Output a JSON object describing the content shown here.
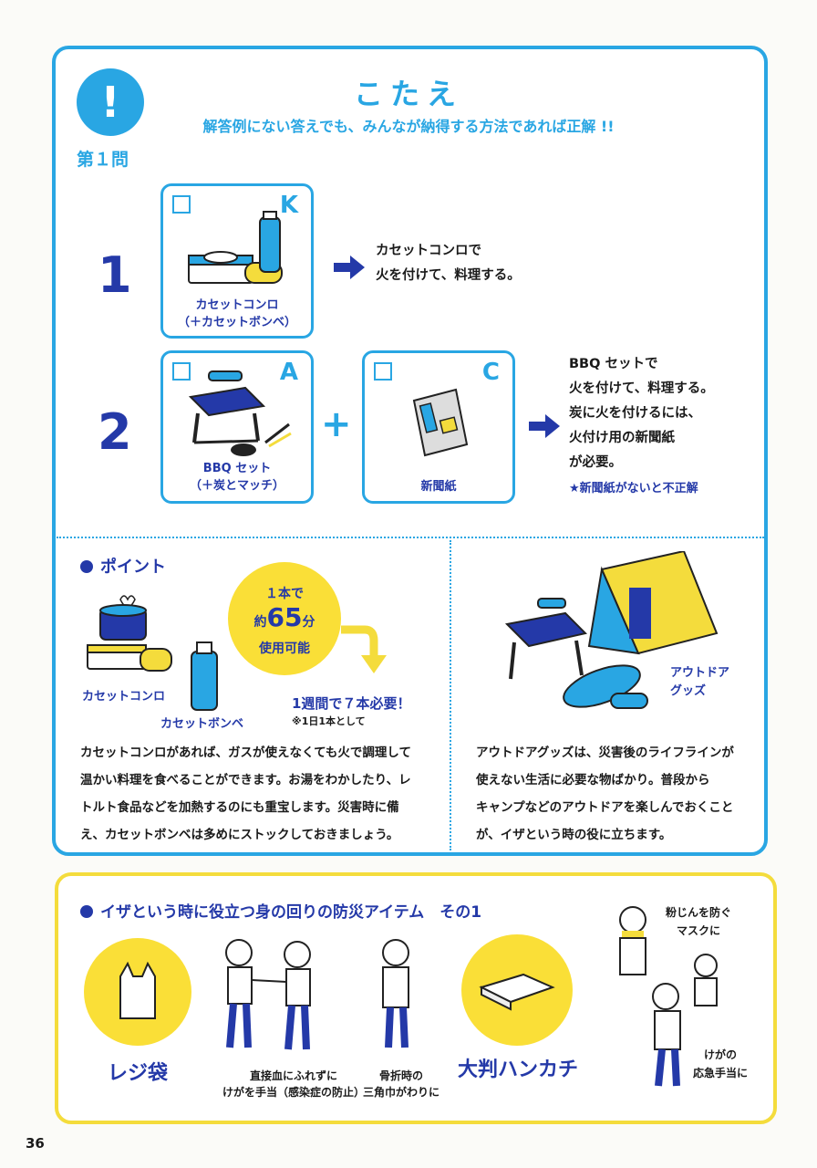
{
  "header": {
    "mark": "!",
    "question_label": "第１問",
    "title": "こたえ",
    "subtitle": "解答例にない答えでも、みんなが納得する方法であれば正解 !!"
  },
  "answer1": {
    "number": "1",
    "card": {
      "letter": "K",
      "caption_line1": "カセットコンロ",
      "caption_line2": "（＋カセットボンベ）"
    },
    "text_line1": "カセットコンロで",
    "text_line2": "火を付けて、料理する。"
  },
  "answer2": {
    "number": "2",
    "card_a": {
      "letter": "A",
      "caption_line1": "BBQ セット",
      "caption_line2": "（＋炭とマッチ）"
    },
    "plus": "+",
    "card_c": {
      "letter": "C",
      "caption_line1": "新聞紙"
    },
    "text_lines": [
      "BBQ セットで",
      "火を付けて、料理する。",
      "炭に火を付けるには、",
      "火付け用の新聞紙",
      "が必要。"
    ],
    "note": "★新聞紙がないと不正解"
  },
  "point": {
    "heading": "ポイント",
    "bubble_line1": "１本で",
    "bubble_prefix": "約",
    "bubble_number": "65",
    "bubble_unit": "分",
    "bubble_line3": "使用可能",
    "stove_label": "カセットコンロ",
    "cylinder_label": "カセットボンベ",
    "week_text": "1週間で７本必要！",
    "week_note": "※1日1本として",
    "body_lines": [
      "カセットコンロがあれば、ガスが使えなくても火で調理して",
      "温かい料理を食べることができます。お湯をわかしたり、レ",
      "トルト食品などを加熱するのにも重宝します。災害時に備",
      "え、カセットボンベは多めにストックしておきましょう。"
    ]
  },
  "outdoor": {
    "label_line1": "アウトドア",
    "label_line2": "グッズ",
    "body_lines": [
      "アウトドアグッズは、災害後のライフラインが",
      "使えない生活に必要な物ばかり。普段から",
      "キャンプなどのアウトドアを楽しんでおくこと",
      "が、イザという時の役に立ちます。"
    ]
  },
  "items": {
    "heading": "イザという時に役立つ身の回りの防災アイテム　その1",
    "bag_label": "レジ袋",
    "bag_caption_line1": "直接血にふれずに",
    "bag_caption_line2": "けがを手当（感染症の防止）",
    "fracture_line1": "骨折時の",
    "fracture_line2": "三角巾がわりに",
    "handkerchief_label": "大判ハンカチ",
    "mask_line1": "粉じんを防ぐ",
    "mask_line2": "マスクに",
    "injury_line1": "けがの",
    "injury_line2": "応急手当に"
  },
  "footer": {
    "page_number": "36"
  },
  "colors": {
    "blue": "#29a6e3",
    "navy": "#2439a8",
    "yellow": "#fadf37"
  }
}
